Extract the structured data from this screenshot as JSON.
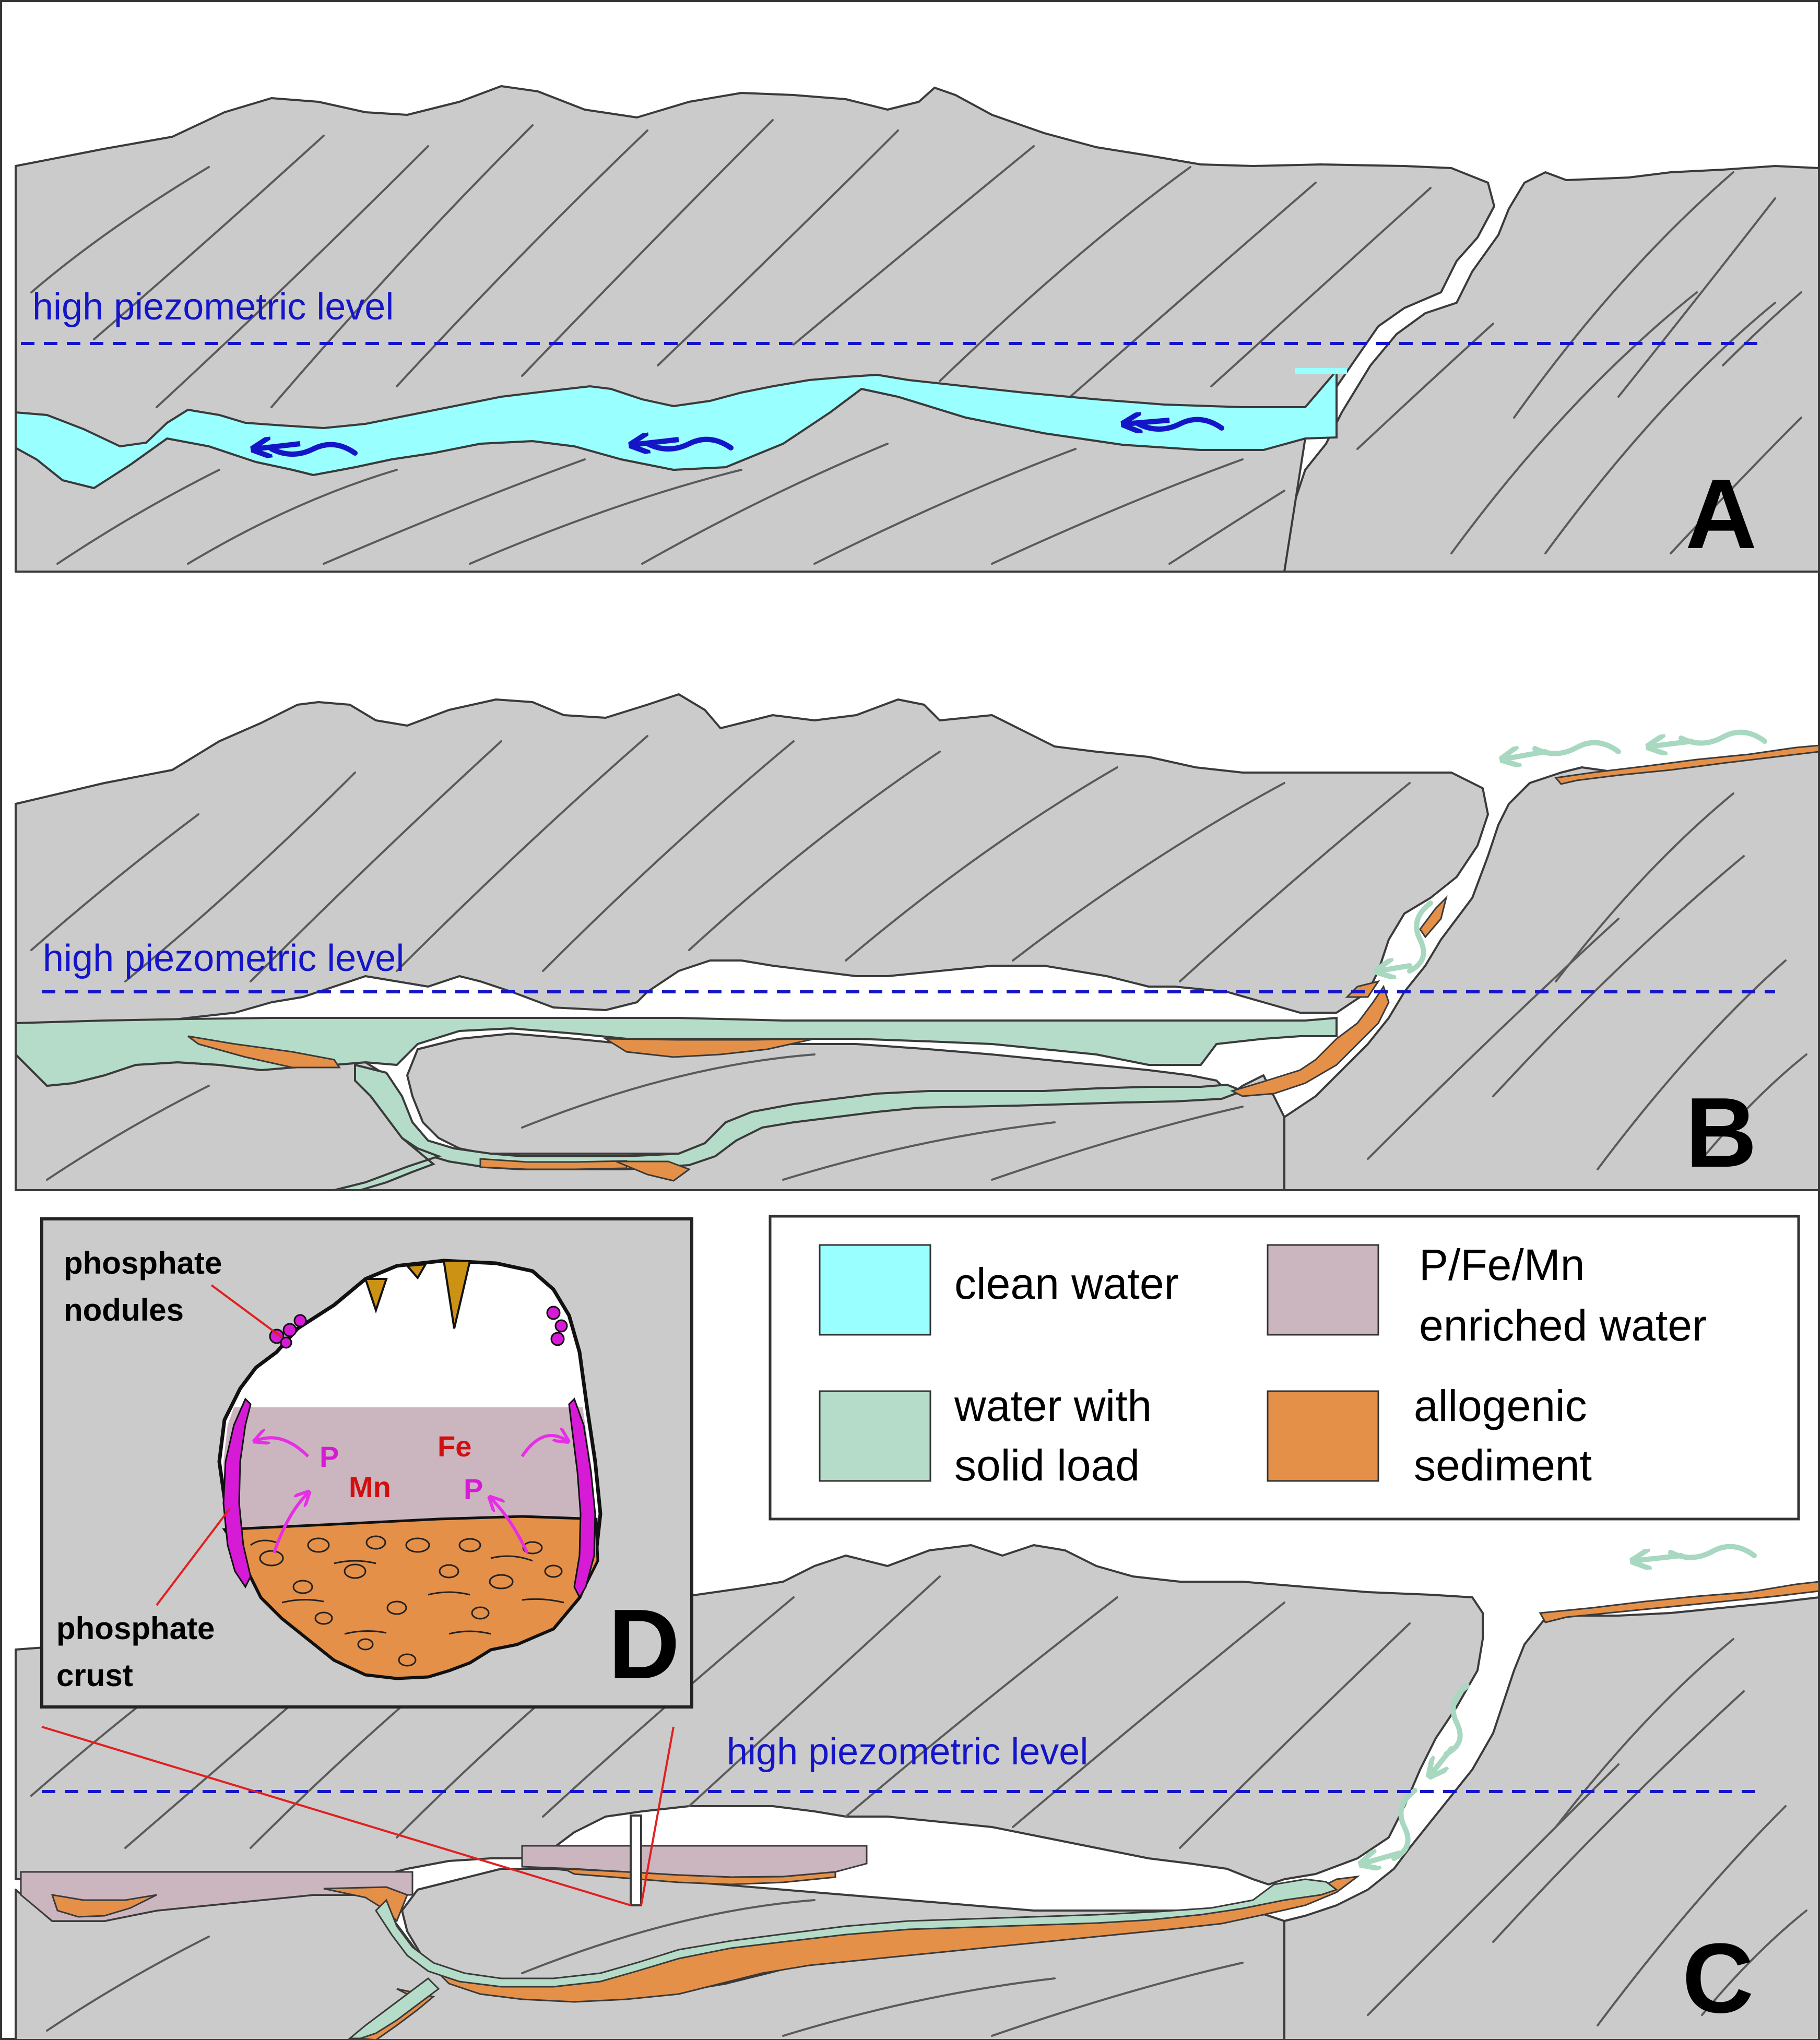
{
  "panels": {
    "a": {
      "letter": "A",
      "piezometric_label": "high piezometric level"
    },
    "b": {
      "letter": "B",
      "piezometric_label": "high piezometric level"
    },
    "c": {
      "letter": "C",
      "piezometric_label": "high piezometric level"
    },
    "d": {
      "letter": "D"
    }
  },
  "legend": {
    "items": [
      {
        "id": "clean_water",
        "lines": [
          "clean water"
        ],
        "color": "#99ffff"
      },
      {
        "id": "enriched_water",
        "lines": [
          "P/Fe/Mn",
          "enriched water"
        ],
        "color": "#cbb5bf"
      },
      {
        "id": "water_solid_load",
        "lines": [
          "water with",
          "solid load"
        ],
        "color": "#b5dcc8"
      },
      {
        "id": "allogenic_sediment",
        "lines": [
          "allogenic",
          "sediment"
        ],
        "color": "#e59048"
      }
    ]
  },
  "inset": {
    "phosphate_nodules": [
      "phosphate",
      "nodules"
    ],
    "phosphate_crust": [
      "phosphate",
      "crust"
    ],
    "elements": {
      "p": "P",
      "mn": "Mn",
      "fe": "Fe"
    }
  },
  "colors": {
    "rock": "#cbcbcb",
    "clean_water": "#99ffff",
    "enriched_water": "#cbb5bf",
    "water_solid_load": "#b5dcc8",
    "allogenic_sediment": "#e59048",
    "piezometric_line": "#1515c8",
    "phosphate": "#d61ad6",
    "speleothem": "#cc9214",
    "guide_line": "#e02020"
  }
}
